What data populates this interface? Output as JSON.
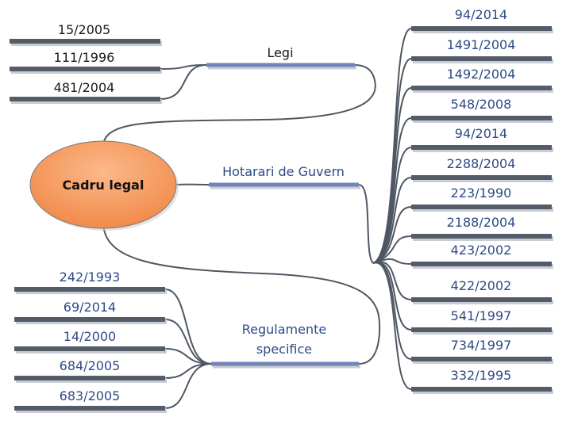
{
  "central_topic": {
    "label": "Cadru legal",
    "fill": "#f79a5e"
  },
  "branches": {
    "legi": {
      "label": "Legi",
      "items": [
        "15/2005",
        "111/1996",
        "481/2004"
      ]
    },
    "hotarari": {
      "label": "Hotarari de Guvern",
      "items": [
        "94/2014",
        "1491/2004",
        "1492/2004",
        "548/2008",
        "94/2014",
        "2288/2004",
        "223/1990",
        "2188/2004",
        "423/2002",
        "422/2002",
        "541/1997",
        "734/1997",
        "332/1995"
      ]
    },
    "regulamente": {
      "label_line1": "Regulamente",
      "label_line2": "specifice",
      "items": [
        "242/1993",
        "69/2014",
        "14/2000",
        "684/2005",
        "683/2005"
      ]
    }
  },
  "colors": {
    "branch_bar": "#7384b8",
    "leaf_bar": "#545c68",
    "branch_text_blue": "#2e4a86"
  }
}
